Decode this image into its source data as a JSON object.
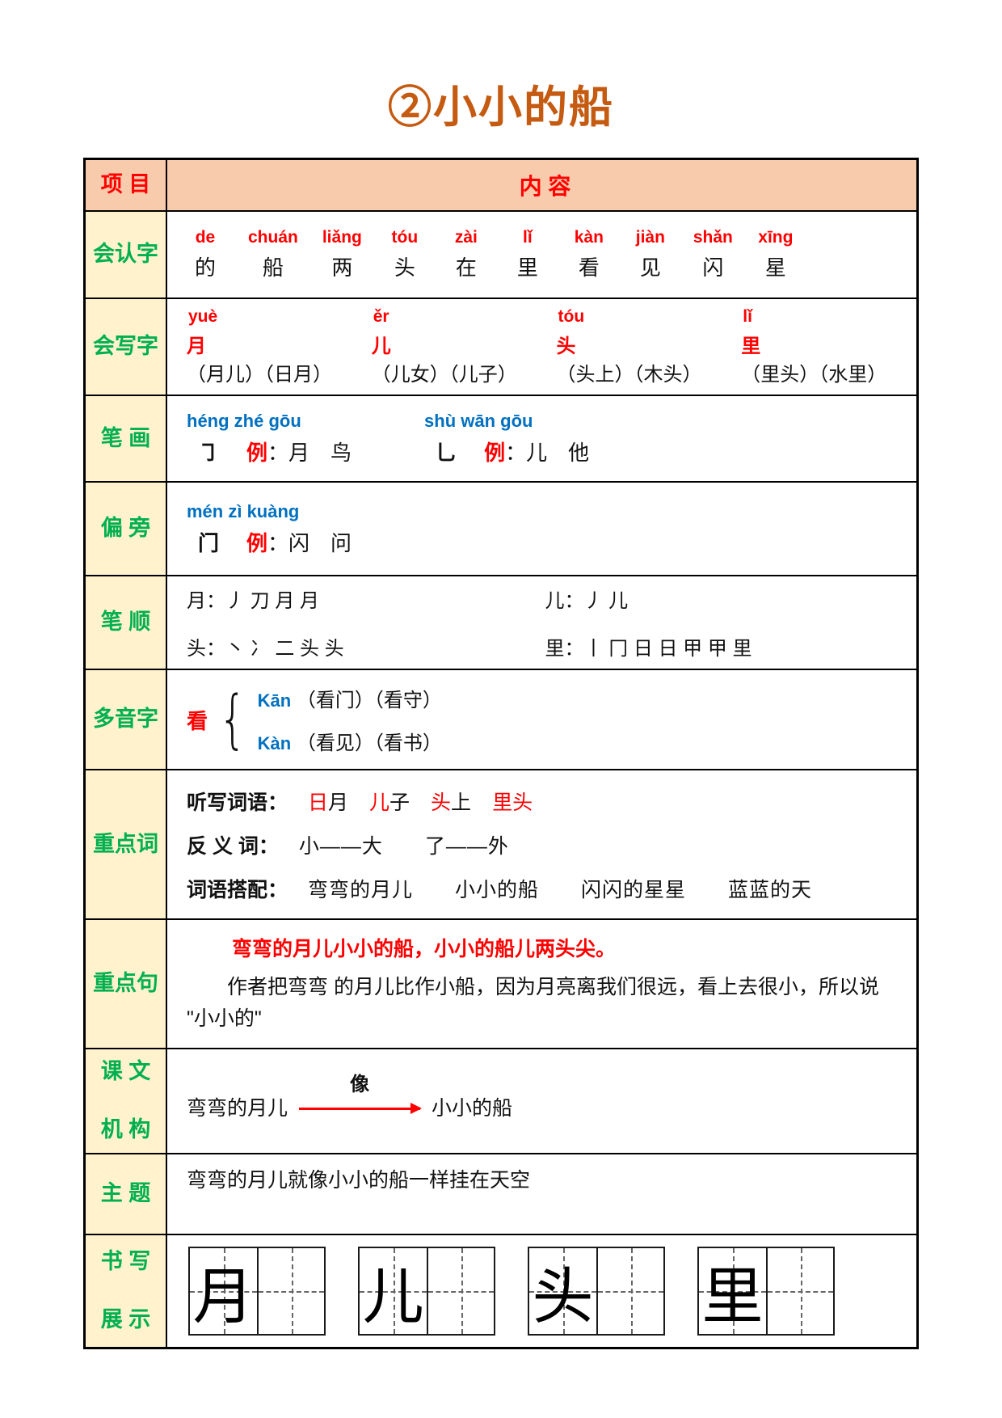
{
  "title": "②小小的船",
  "colors": {
    "accent_orange": "#C55A11",
    "header_bg": "#F8CBAD",
    "label_bg": "#FFF2CC",
    "label_green": "#00B050",
    "red": "#FF0000",
    "blue": "#0070C0"
  },
  "header": {
    "col1": "项 目",
    "col2": "内 容"
  },
  "renzi": {
    "label": "会认字",
    "items": [
      {
        "py": "de",
        "zi": "的"
      },
      {
        "py": "chuán",
        "zi": "船"
      },
      {
        "py": "liǎng",
        "zi": "两"
      },
      {
        "py": "tóu",
        "zi": "头"
      },
      {
        "py": "zài",
        "zi": "在"
      },
      {
        "py": "lǐ",
        "zi": "里"
      },
      {
        "py": "kàn",
        "zi": "看"
      },
      {
        "py": "jiàn",
        "zi": "见"
      },
      {
        "py": "shǎn",
        "zi": "闪"
      },
      {
        "py": "xīng",
        "zi": "星"
      }
    ]
  },
  "xiezi": {
    "label": "会写字",
    "items": [
      {
        "py": "yuè",
        "zi": "月",
        "words": "（月儿）（日月）"
      },
      {
        "py": "ěr",
        "zi": "儿",
        "words": "（儿女）（儿子）"
      },
      {
        "py": "tóu",
        "zi": "头",
        "words": "（头上）（木头）"
      },
      {
        "py": "lǐ",
        "zi": "里",
        "words": "（里头）（水里）"
      }
    ]
  },
  "bihua": {
    "label": "笔 画",
    "items": [
      {
        "py": "héng zhé gōu",
        "stroke": "㇆",
        "li": "例",
        "ex": "：月　鸟"
      },
      {
        "py": "shù wān gōu",
        "stroke": "乚",
        "li": "例",
        "ex": "：儿　他"
      }
    ]
  },
  "pianpang": {
    "label": "偏 旁",
    "py": "mén zì kuàng",
    "radical": "门",
    "li": "例",
    "ex": "：闪　问"
  },
  "bishun": {
    "label": "笔 顺",
    "items": [
      "月：丿 刀 月 月",
      "儿：丿 儿",
      "头：丶 冫 二 头 头",
      "里：丨 冂 日 日 甲 甲 里"
    ]
  },
  "duoyinzi": {
    "label": "多音字",
    "zi": "看",
    "brace": "{",
    "readings": [
      {
        "py": "Kān",
        "words": "（看门）（看守）"
      },
      {
        "py": "Kàn",
        "words": "（看见）（看书）"
      }
    ]
  },
  "zhongdianci": {
    "label": "重点词",
    "tingxie_label": "听写词语：",
    "tingxie_words": [
      {
        "hl": "日",
        "rest": "月"
      },
      {
        "hl": "儿",
        "rest": "子"
      },
      {
        "hl": "头",
        "rest": "上"
      },
      {
        "hl": "里头",
        "rest": ""
      }
    ],
    "fanyici_label": "反 义 词：",
    "fanyici_text": "小——大　　了——外",
    "dapei_label": "词语搭配：",
    "dapei_text": "弯弯的月儿　　小小的船　　闪闪的星星　　蓝蓝的天"
  },
  "zhongdianju": {
    "label": "重点句",
    "sentence": "弯弯的月儿小小的船，小小的船儿两头尖。",
    "explain_line1": "作者把弯弯 的月儿比作小船，因为月亮离我们很远，看上去很小，所以说",
    "explain_line2": "\"小小的\""
  },
  "jiegou": {
    "label1": "课 文",
    "label2": "机 构",
    "left": "弯弯的月儿",
    "arrow_caption": "像",
    "right": "小小的船"
  },
  "zhuti": {
    "label": "主 题",
    "text": "弯弯的月儿就像小小的船一样挂在天空"
  },
  "shuxie": {
    "label1": "书 写",
    "label2": "展 示",
    "chars": [
      "月",
      "儿",
      "头",
      "里"
    ]
  }
}
